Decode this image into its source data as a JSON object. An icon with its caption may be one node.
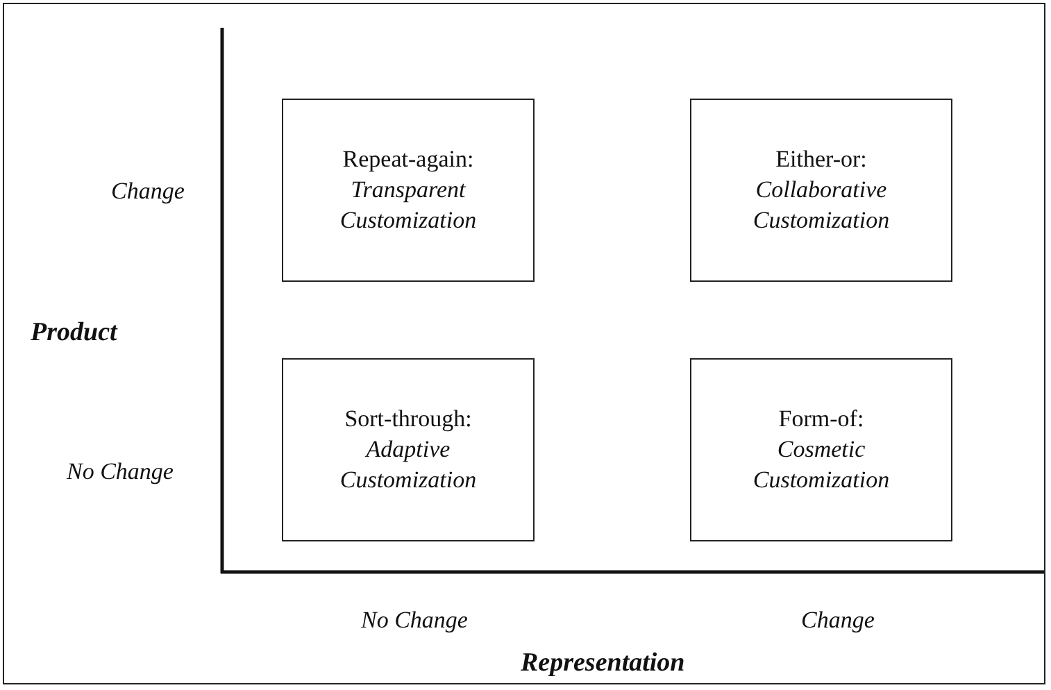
{
  "diagram": {
    "nodes": [
      {
        "text": [
          "Repeat-again:",
          "Transparent Customization"
        ]
      },
      {
        "text": [
          "Either-or:",
          "Collaborative Customization"
        ]
      },
      {
        "text": [
          "Sort-through:",
          "Adaptive Customization"
        ]
      },
      {
        "text": [
          "Form-of:",
          "Cosmetic Customization"
        ]
      }
    ],
    "edges": [],
    "labels": [
      "Change",
      "Product",
      "No Change",
      "No Change",
      "Representation",
      "Change"
    ]
  }
}
